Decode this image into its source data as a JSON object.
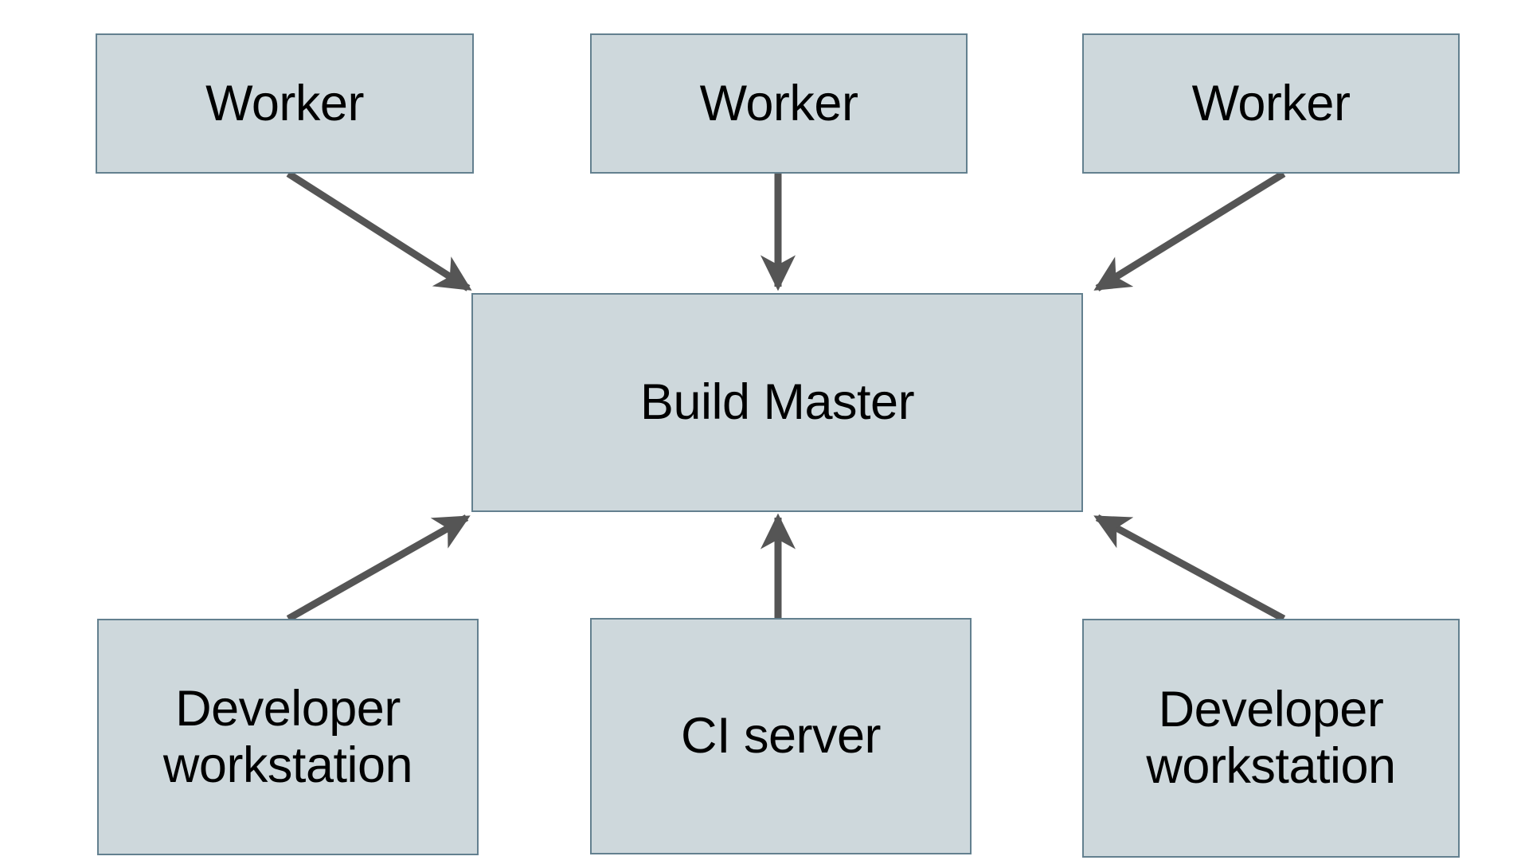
{
  "diagram": {
    "type": "node-edge-architecture",
    "background_color": "#ffffff",
    "node_fill_color": "#ced8dc",
    "node_border_color": "#63808f",
    "edge_color": "#555555",
    "text_color": "#000000",
    "nodes": [
      {
        "id": "worker-1",
        "label": "Worker"
      },
      {
        "id": "worker-2",
        "label": "Worker"
      },
      {
        "id": "worker-3",
        "label": "Worker"
      },
      {
        "id": "build-master",
        "label": "Build Master"
      },
      {
        "id": "dev-ws-left",
        "label": "Developer\nworkstation"
      },
      {
        "id": "ci-server",
        "label": "CI server"
      },
      {
        "id": "dev-ws-right",
        "label": "Developer\nworkstation"
      }
    ],
    "edges": [
      {
        "id": "edge-worker-1-to-master",
        "from": "worker-1",
        "to": "build-master",
        "direction": "one-way"
      },
      {
        "id": "edge-worker-2-to-master",
        "from": "worker-2",
        "to": "build-master",
        "direction": "one-way"
      },
      {
        "id": "edge-worker-3-to-master",
        "from": "worker-3",
        "to": "build-master",
        "direction": "one-way"
      },
      {
        "id": "edge-dev-ws-left-to-master",
        "from": "dev-ws-left",
        "to": "build-master",
        "direction": "one-way"
      },
      {
        "id": "edge-ci-server-to-master",
        "from": "ci-server",
        "to": "build-master",
        "direction": "one-way"
      },
      {
        "id": "edge-dev-ws-right-to-master",
        "from": "dev-ws-right",
        "to": "build-master",
        "direction": "one-way"
      }
    ]
  }
}
